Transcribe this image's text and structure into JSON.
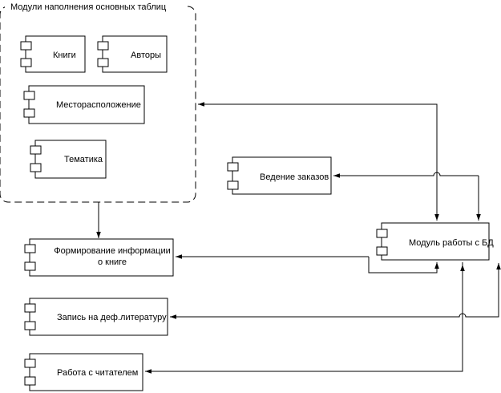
{
  "group": {
    "title": "Модули наполнения основных таблиц"
  },
  "components": {
    "books": "Книги",
    "authors": "Авторы",
    "location": "Месторасположение",
    "topics": "Тематика",
    "orders": "Ведение заказов",
    "book_info_line1": "Формирование информации",
    "book_info_line2": "о книге",
    "db_module": "Модуль работы с БД",
    "deficit_record": "Запись на деф.литературу",
    "reader_work": "Работа с читателем"
  }
}
